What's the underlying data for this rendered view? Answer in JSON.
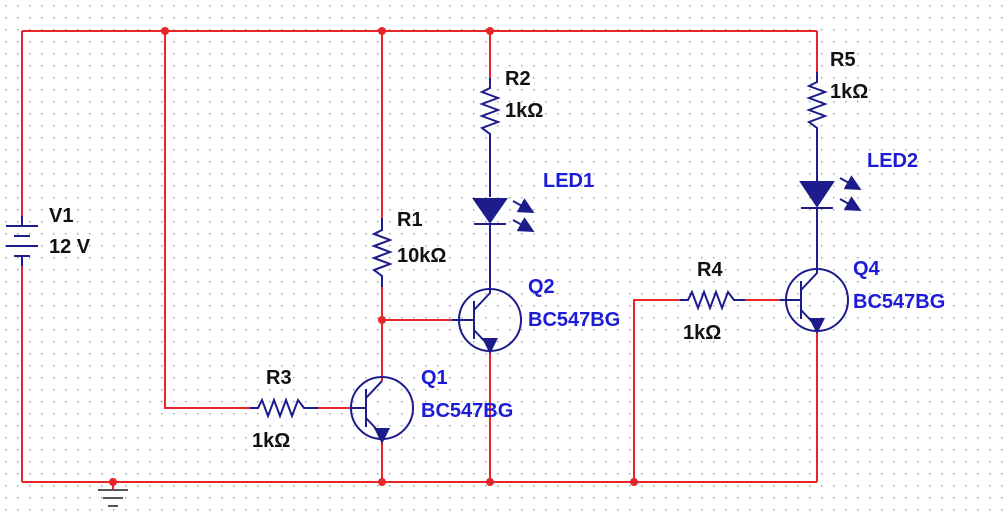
{
  "components": {
    "V1": {
      "ref": "V1",
      "value": "12 V"
    },
    "R1": {
      "ref": "R1",
      "value": "10kΩ"
    },
    "R2": {
      "ref": "R2",
      "value": "1kΩ"
    },
    "R3": {
      "ref": "R3",
      "value": "1kΩ"
    },
    "R4": {
      "ref": "R4",
      "value": "1kΩ"
    },
    "R5": {
      "ref": "R5",
      "value": "1kΩ"
    },
    "LED1": {
      "ref": "LED1"
    },
    "LED2": {
      "ref": "LED2"
    },
    "Q1": {
      "ref": "Q1",
      "model": "BC547BG"
    },
    "Q2": {
      "ref": "Q2",
      "model": "BC547BG"
    },
    "Q4": {
      "ref": "Q4",
      "model": "BC547BG"
    }
  },
  "colors": {
    "wire": "#e8262a",
    "component": "#1c1c8c",
    "label_ref": "#111111",
    "label_part": "#1c1cd8",
    "grid_dot": "#9a9a9a",
    "ground": "#555555"
  }
}
